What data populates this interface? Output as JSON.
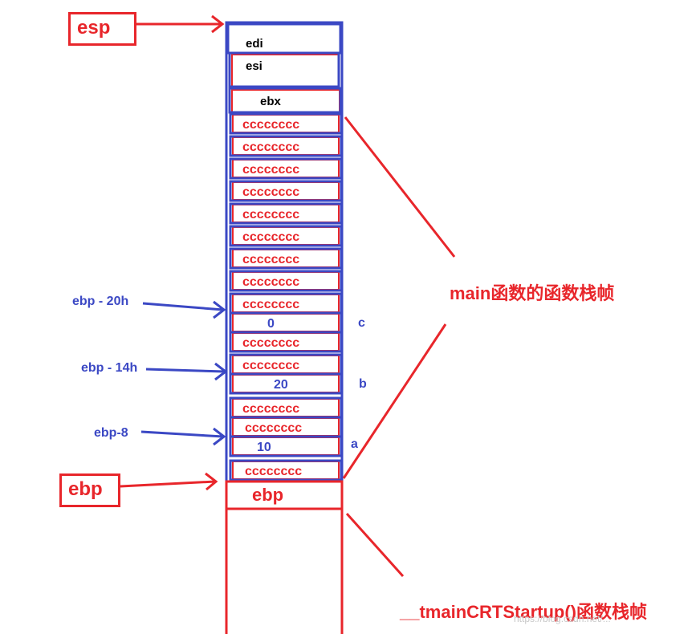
{
  "colors": {
    "red": "#e8262b",
    "blue": "#3b48c4",
    "black": "#000000"
  },
  "pointers": {
    "esp": "esp",
    "ebp": "ebp"
  },
  "offsets": {
    "ebp_20h": "ebp - 20h",
    "ebp_14h": "ebp - 14h",
    "ebp_8": "ebp-8"
  },
  "variables": {
    "c": "c",
    "b": "b",
    "a": "a"
  },
  "stack": {
    "saved_regs": [
      "edi",
      "esi",
      "ebx"
    ],
    "fill": "cccccccc",
    "values": {
      "c": "0",
      "b": "20",
      "a": "10"
    },
    "saved_ebp": "ebp"
  },
  "frames": {
    "main": "main函数的函数栈帧",
    "tmain": "__tmainCRTStartup()函数栈帧"
  },
  "watermark": "https://blog.csdn.net/..."
}
